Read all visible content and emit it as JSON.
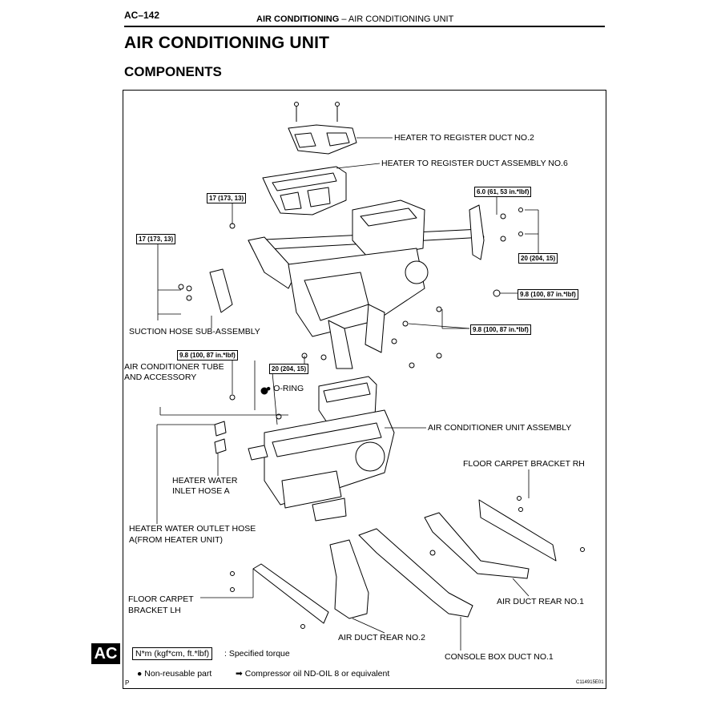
{
  "header": {
    "page_number": "AC–142",
    "section_bold": "AIR CONDITIONING",
    "section_rest": "  –  AIR CONDITIONING UNIT"
  },
  "title": "AIR CONDITIONING UNIT",
  "subtitle": "COMPONENTS",
  "tab": "AC",
  "parts": {
    "heater_to_register_duct_no2": "HEATER TO REGISTER DUCT NO.2",
    "heater_to_register_duct_assy_no6": "HEATER TO REGISTER DUCT ASSEMBLY NO.6",
    "suction_hose": "SUCTION HOSE SUB-ASSEMBLY",
    "ac_tube_line1": "AIR CONDITIONER TUBE",
    "ac_tube_line2": "AND ACCESSORY",
    "o_ring": "O-RING",
    "ac_unit_assembly": "AIR CONDITIONER UNIT ASSEMBLY",
    "heater_water_inlet_line1": "HEATER WATER",
    "heater_water_inlet_line2": "INLET HOSE A",
    "heater_water_outlet_line1": "HEATER WATER OUTLET HOSE",
    "heater_water_outlet_line2": "A(FROM HEATER UNIT)",
    "floor_carpet_rh": "FLOOR CARPET BRACKET RH",
    "floor_carpet_lh_line1": "FLOOR CARPET",
    "floor_carpet_lh_line2": "BRACKET LH",
    "air_duct_rear_no1": "AIR DUCT REAR NO.1",
    "air_duct_rear_no2": "AIR DUCT REAR NO.2",
    "console_box_duct_no1": "CONSOLE BOX DUCT NO.1"
  },
  "torques": {
    "t_17_a": "17 (173, 13)",
    "t_17_b": "17 (173, 13)",
    "t_6_0": "6.0 (61, 53 in.*lbf)",
    "t_20_a": "20 (204, 15)",
    "t_9_8_a": "9.8 (100, 87 in.*lbf)",
    "t_9_8_b": "9.8 (100, 87 in.*lbf)",
    "t_9_8_c": "9.8 (100, 87 in.*lbf)",
    "t_20_b": "20 (204, 15)"
  },
  "legend": {
    "torque_unit": "N*m (kgf*cm, ft.*lbf)",
    "torque_desc": ": Specified torque",
    "non_reusable": "Non-reusable part",
    "compressor_oil": "Compressor oil ND-OIL 8 or equivalent"
  },
  "footer": {
    "page_letter": "P",
    "figure_id": "C114915E01"
  }
}
